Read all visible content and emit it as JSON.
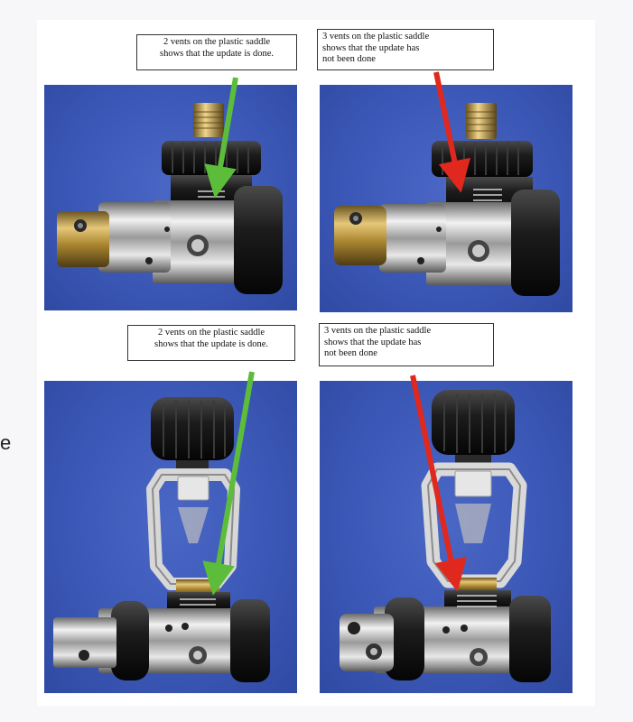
{
  "panels": [
    {
      "caption": "2 vents on the plastic saddle\nshows that the update is done.",
      "arrow_color": "#5cbd3a"
    },
    {
      "caption": "3 vents on the plastic saddle\nshows that the update has\nnot been done",
      "arrow_color": "#e0281e"
    },
    {
      "caption": "2 vents on the plastic saddle\nshows that the update is done.",
      "arrow_color": "#5cbd3a"
    },
    {
      "caption": "3 vents on the plastic saddle\nshows that the update has\nnot been done",
      "arrow_color": "#e0281e"
    }
  ],
  "page_edge_text": "e",
  "colors": {
    "background_blue": "#3c58b7",
    "green_arrow": "#5cbd3a",
    "red_arrow": "#e0281e"
  }
}
